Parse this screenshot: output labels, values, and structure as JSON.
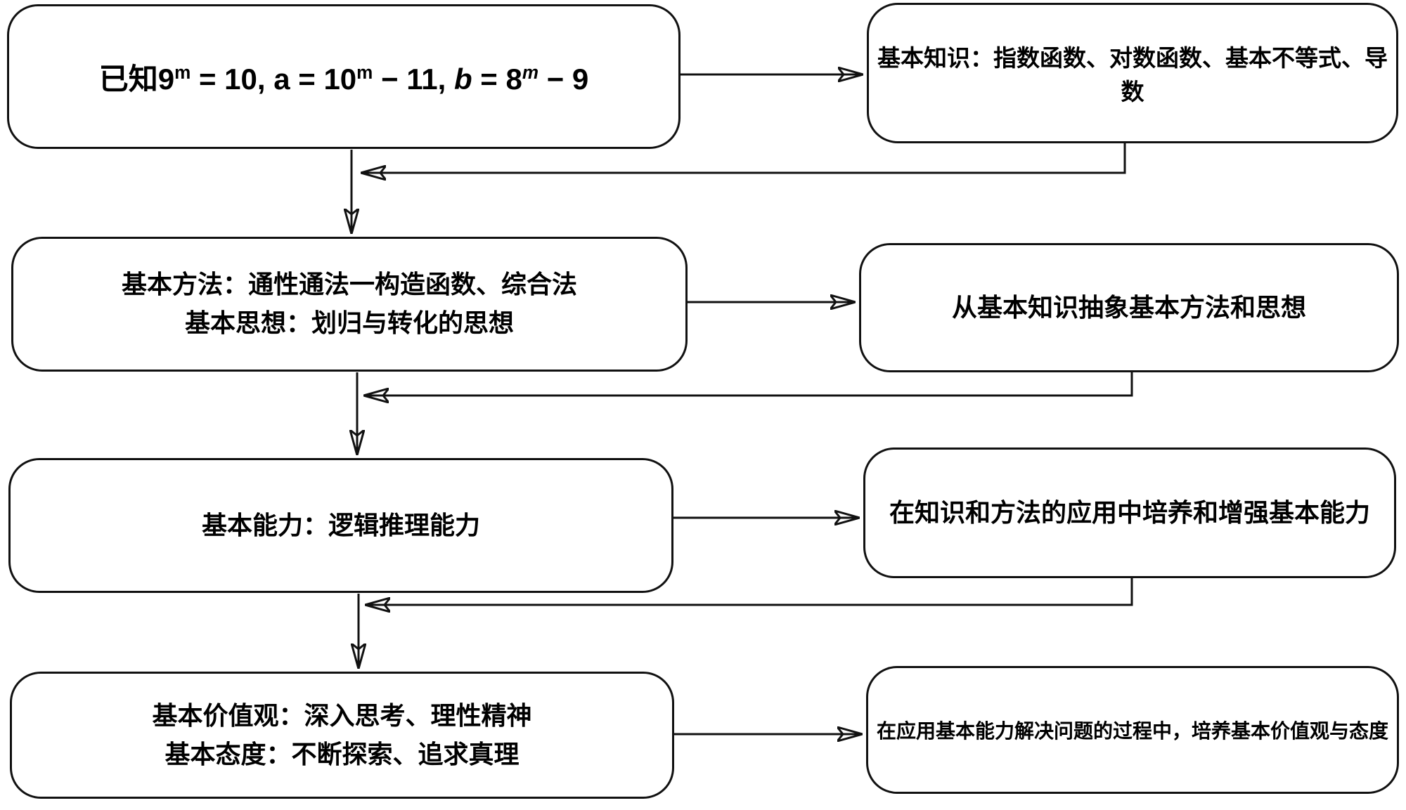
{
  "canvas": {
    "background": "#ffffff",
    "stroke_color": "#111111"
  },
  "nodes": {
    "problem": {
      "parts": {
        "t1": "已知9",
        "sup1": "m",
        "t2": " = 10, a = 10",
        "sup2": "m",
        "t3": " − 11, ",
        "b_italic": "b",
        "t4": " = 8",
        "sup3_italic": "m",
        "t5": " − 9"
      }
    },
    "knowledge": {
      "text": "基本知识：指数函数、对数函数、基本不等式、导数"
    },
    "method": {
      "line1": "基本方法：通性通法一构造函数、综合法",
      "line2": "基本思想：划归与转化的思想"
    },
    "abstract": {
      "text": "从基本知识抽象基本方法和思想"
    },
    "ability": {
      "text": "基本能力：逻辑推理能力"
    },
    "apply": {
      "text": "在知识和方法的应用中培养和增强基本能力"
    },
    "values": {
      "line1": "基本价值观：深入思考、理性精神",
      "line2": "基本态度：不断探索、追求真理"
    },
    "cultivate": {
      "text": "在应用基本能力解决问题的过程中，培养基本价值观与态度"
    }
  }
}
